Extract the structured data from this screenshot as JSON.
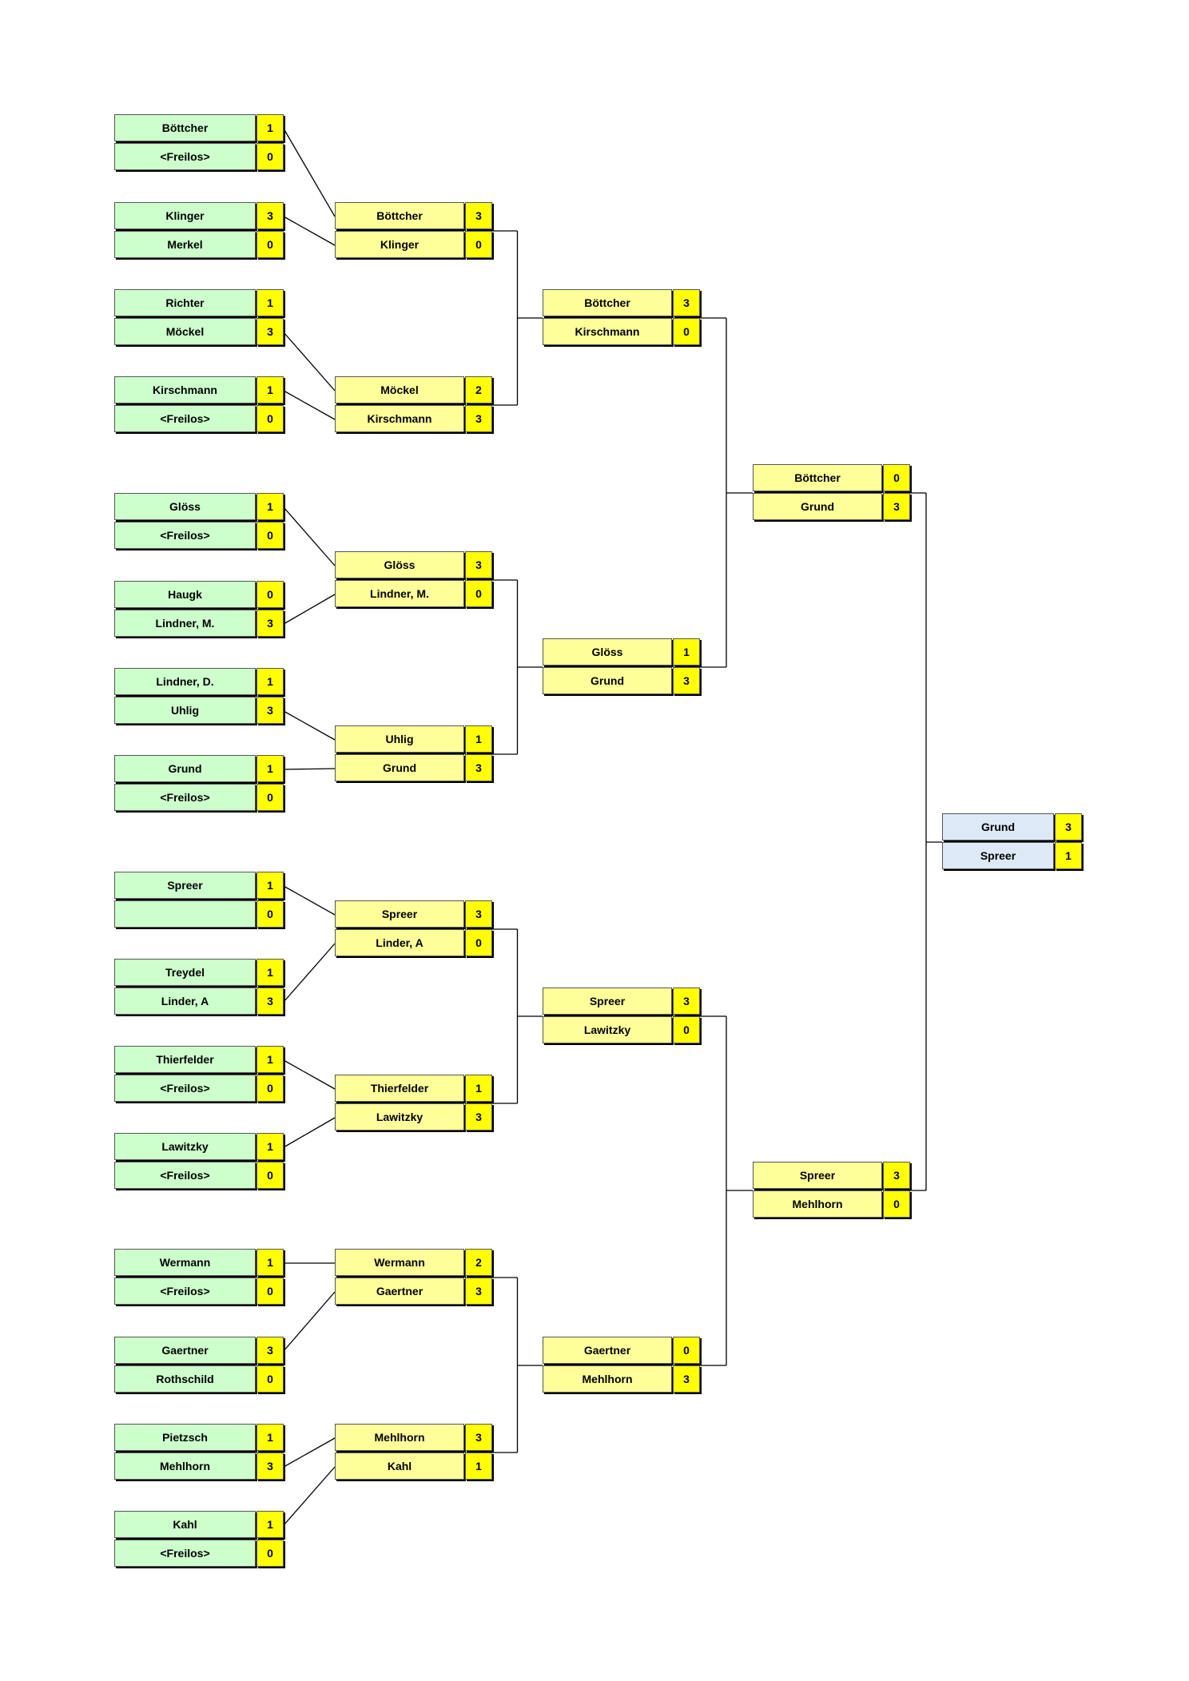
{
  "rounds": [
    {
      "id": "r1",
      "matches": [
        {
          "p1": "Böttcher",
          "s1": "1",
          "p2": "<Freilos>",
          "s2": "0"
        },
        {
          "p1": "Klinger",
          "s1": "3",
          "p2": "Merkel",
          "s2": "0"
        },
        {
          "p1": "Richter",
          "s1": "1",
          "p2": "Möckel",
          "s2": "3"
        },
        {
          "p1": "Kirschmann",
          "s1": "1",
          "p2": "<Freilos>",
          "s2": "0"
        },
        {
          "p1": "Glöss",
          "s1": "1",
          "p2": "<Freilos>",
          "s2": "0"
        },
        {
          "p1": "Haugk",
          "s1": "0",
          "p2": "Lindner, M.",
          "s2": "3"
        },
        {
          "p1": "Lindner, D.",
          "s1": "1",
          "p2": "Uhlig",
          "s2": "3"
        },
        {
          "p1": "Grund",
          "s1": "1",
          "p2": "<Freilos>",
          "s2": "0"
        },
        {
          "p1": "Spreer",
          "s1": "1",
          "p2": "",
          "s2": "0"
        },
        {
          "p1": "Treydel",
          "s1": "1",
          "p2": "Linder, A",
          "s2": "3"
        },
        {
          "p1": "Thierfelder",
          "s1": "1",
          "p2": "<Freilos>",
          "s2": "0"
        },
        {
          "p1": "Lawitzky",
          "s1": "1",
          "p2": "<Freilos>",
          "s2": "0"
        },
        {
          "p1": "Wermann",
          "s1": "1",
          "p2": "<Freilos>",
          "s2": "0"
        },
        {
          "p1": "Gaertner",
          "s1": "3",
          "p2": "Rothschild",
          "s2": "0"
        },
        {
          "p1": "Pietzsch",
          "s1": "1",
          "p2": "Mehlhorn",
          "s2": "3"
        },
        {
          "p1": "Kahl",
          "s1": "1",
          "p2": "<Freilos>",
          "s2": "0"
        }
      ]
    },
    {
      "id": "r2",
      "matches": [
        {
          "p1": "Böttcher",
          "s1": "3",
          "p2": "Klinger",
          "s2": "0"
        },
        {
          "p1": "Möckel",
          "s1": "2",
          "p2": "Kirschmann",
          "s2": "3"
        },
        {
          "p1": "Glöss",
          "s1": "3",
          "p2": "Lindner, M.",
          "s2": "0"
        },
        {
          "p1": "Uhlig",
          "s1": "1",
          "p2": "Grund",
          "s2": "3"
        },
        {
          "p1": "Spreer",
          "s1": "3",
          "p2": "Linder, A",
          "s2": "0"
        },
        {
          "p1": "Thierfelder",
          "s1": "1",
          "p2": "Lawitzky",
          "s2": "3"
        },
        {
          "p1": "Wermann",
          "s1": "2",
          "p2": "Gaertner",
          "s2": "3"
        },
        {
          "p1": "Mehlhorn",
          "s1": "3",
          "p2": "Kahl",
          "s2": "1"
        }
      ]
    },
    {
      "id": "r3",
      "matches": [
        {
          "p1": "Böttcher",
          "s1": "3",
          "p2": "Kirschmann",
          "s2": "0"
        },
        {
          "p1": "Glöss",
          "s1": "1",
          "p2": "Grund",
          "s2": "3"
        },
        {
          "p1": "Spreer",
          "s1": "3",
          "p2": "Lawitzky",
          "s2": "0"
        },
        {
          "p1": "Gaertner",
          "s1": "0",
          "p2": "Mehlhorn",
          "s2": "3"
        }
      ]
    },
    {
      "id": "r4",
      "matches": [
        {
          "p1": "Böttcher",
          "s1": "0",
          "p2": "Grund",
          "s2": "3"
        },
        {
          "p1": "Spreer",
          "s1": "3",
          "p2": "Mehlhorn",
          "s2": "0"
        }
      ]
    },
    {
      "id": "final",
      "matches": [
        {
          "p1": "Grund",
          "s1": "3",
          "p2": "Spreer",
          "s2": "1"
        }
      ]
    }
  ],
  "colors": {
    "round1_name": "#ccffcc",
    "later_round_name": "#ffff99",
    "final_name": "#dde9f7",
    "score": "#ffff00",
    "line": "#000000"
  }
}
